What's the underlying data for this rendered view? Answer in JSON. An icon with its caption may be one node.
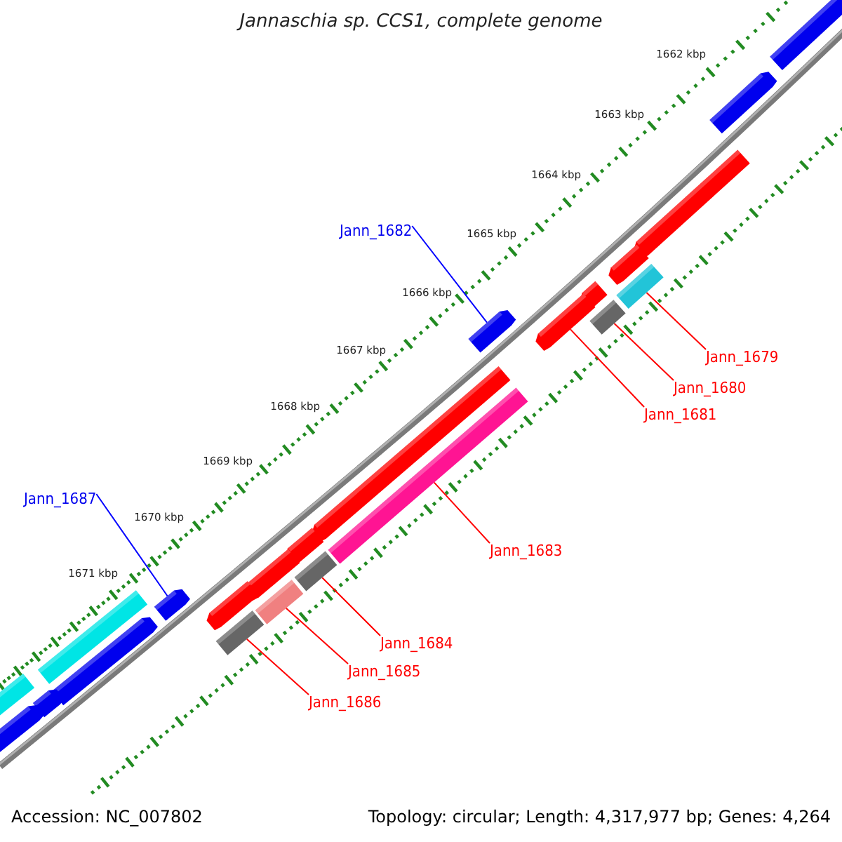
{
  "diagram": {
    "title": "Jannaschia sp. CCS1, complete genome",
    "nodes": [
      {
        "text": [
          "Jann_1682"
        ]
      },
      {
        "text": [
          "Jann_1679"
        ]
      },
      {
        "text": [
          "Jann_1680"
        ]
      },
      {
        "text": [
          "Jann_1681"
        ]
      },
      {
        "text": [
          "Jann_1687"
        ]
      },
      {
        "text": [
          "Jann_1683"
        ]
      },
      {
        "text": [
          "Jann_1684"
        ]
      },
      {
        "text": [
          "Jann_1685"
        ]
      },
      {
        "text": [
          "Jann_1686"
        ]
      },
      {
        "text": [],
        "shape": "bar"
      },
      {
        "text": [],
        "shape": "bar"
      },
      {
        "text": [],
        "shape": "bar"
      },
      {
        "text": [],
        "shape": "bar"
      },
      {
        "text": [],
        "shape": "bar"
      },
      {
        "text": [],
        "shape": "bar"
      },
      {
        "text": [],
        "shape": "bar"
      },
      {
        "text": [],
        "shape": "bar"
      },
      {
        "text": [],
        "shape": "bar"
      },
      {
        "text": [],
        "shape": "bar"
      },
      {
        "text": [],
        "shape": "bar"
      },
      {
        "text": [],
        "shape": "bar"
      },
      {
        "text": [],
        "shape": "bar"
      },
      {
        "text": [],
        "shape": "bar"
      },
      {
        "text": [],
        "shape": "bar"
      },
      {
        "text": [],
        "shape": "bar"
      },
      {
        "text": [],
        "shape": "bar"
      },
      {
        "text": [],
        "shape": "bar"
      },
      {
        "text": [],
        "shape": "bar"
      },
      {
        "text": [],
        "shape": "bar"
      },
      {
        "text": [],
        "shape": "bar"
      },
      {
        "text": [],
        "shape": "bar"
      },
      {
        "text": [],
        "shape": "bar"
      }
    ],
    "edges": [
      {
        "from": 0,
        "to": 17,
        "arrow": "none",
        "color": "#0000ff"
      },
      {
        "from": 1,
        "to": 13,
        "arrow": "none"
      },
      {
        "from": 2,
        "to": 15,
        "arrow": "none"
      },
      {
        "from": 3,
        "to": 16,
        "arrow": "none"
      },
      {
        "from": 4,
        "to": 24,
        "arrow": "none",
        "color": "#0000ff"
      },
      {
        "from": 5,
        "to": 19,
        "arrow": "none"
      },
      {
        "from": 6,
        "to": 21,
        "arrow": "none"
      },
      {
        "from": 7,
        "to": 23,
        "arrow": "none"
      },
      {
        "from": 8,
        "to": 26,
        "arrow": "none"
      }
    ],
    "labels": [
      "1662 kbp",
      "1663 kbp",
      "1664 kbp",
      "1665 kbp",
      "1666 kbp",
      "1667 kbp",
      "1668 kbp",
      "1669 kbp",
      "1670 kbp",
      "1671 kbp",
      "Accession: NC_007802",
      "Topology: circular; Length: 4,317,977 bp; Genes: 4,264"
    ]
  }
}
